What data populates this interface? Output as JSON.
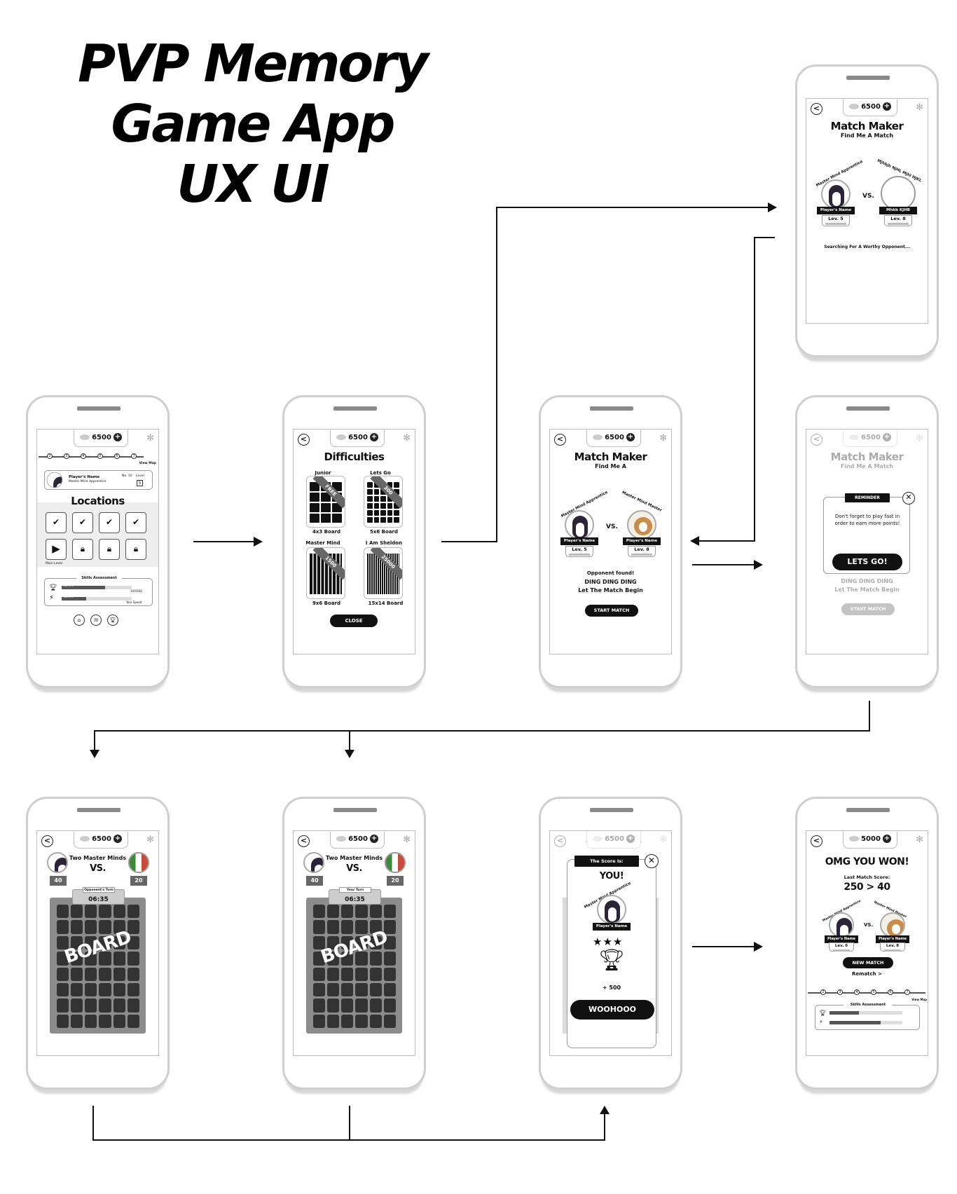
{
  "title": {
    "line1": "PVP Memory",
    "line2": "Game App",
    "line3": "UX UI"
  },
  "common": {
    "coins": "6500",
    "plus": "+",
    "back": "<",
    "gear": "✻",
    "vs": "VS.",
    "player_name": "Player's Name",
    "opponent_name": "Player's Name",
    "rank_left": "Master Mind Apprentice",
    "rank_right": "Master Mind Master",
    "lev_left": "Lev. 5",
    "lev_right": "Lev. 8"
  },
  "home": {
    "progress": [
      "2",
      "3",
      "4",
      "5",
      "6",
      "7"
    ],
    "view_map": "View Map",
    "player_name": "Player's Name",
    "player_rank": "Master Mind Apprentice",
    "no_label": "No. 10",
    "level_label": "Level",
    "level_value": "5",
    "locations_title": "Locations",
    "main_level": "Main Level",
    "skills_title": "Skills Assessment",
    "top_label_1": "Top 10%",
    "value_1": "100/260",
    "top_label_2": "Top 30%",
    "your_speed": "Your Speed"
  },
  "difficulties": {
    "title": "Difficulties",
    "cards": [
      {
        "name": "Junior",
        "board": "4x3 Board",
        "ribbon": "FREE"
      },
      {
        "name": "Lets Go",
        "board": "5x6 Board",
        "ribbon": "300"
      },
      {
        "name": "Master Mind",
        "board": "9x6 Board",
        "ribbon": "1500"
      },
      {
        "name": "I Am Sheldon",
        "board": "15x14 Board",
        "ribbon": "25000"
      }
    ],
    "close": "CLOSE"
  },
  "match_found": {
    "title": "Match Maker",
    "subtitle": "Find Me A",
    "found": "Opponent found!",
    "ding": "DING DING DING",
    "begin": "Let The Match Begin",
    "start": "START MATCH"
  },
  "searching": {
    "title": "Match Maker",
    "subtitle": "Find Me A Match",
    "opponent_rank": "Mjhbjh NJHL Mjhl HJKL",
    "opponent_name": "Mhkb KJHB",
    "searching": "Searching For A Worthy Opponent..."
  },
  "reminder": {
    "title": "Match Maker",
    "subtitle": "Find Me A Match",
    "tag": "REMINDER",
    "text": "Don't forget to play fast in order to earn more points!",
    "button": "LETS GO!",
    "ding": "DING DING DING",
    "begin": "Let The Match Begin",
    "start": "START MATCH"
  },
  "game1": {
    "header": "Two Master Minds",
    "vs": "VS.",
    "score_left": "40",
    "score_right": "20",
    "turn": "Opponent's Turn",
    "time": "06:35",
    "board": "BOARD"
  },
  "game2": {
    "header": "Two Master Minds",
    "vs": "VS.",
    "score_left": "40",
    "score_right": "20",
    "turn": "Your Turn",
    "time": "06:35",
    "board": "BOARD"
  },
  "score": {
    "tag": "The Score Is:",
    "you": "YOU!",
    "rank": "Master Mind Apprentice",
    "name": "Player's Name",
    "reward": "+ 500",
    "button": "WOOHOOO"
  },
  "won": {
    "coins": "5000",
    "title": "OMG YOU WON!",
    "last_score_label": "Last Match Score:",
    "score": "250 > 40",
    "lev_left": "Lev. 6",
    "lev_right": "Lev. 8",
    "new_match": "NEW MATCH",
    "rematch": "Rematch >",
    "skills_title": "Skills Assessment",
    "view_map": "View Map"
  }
}
